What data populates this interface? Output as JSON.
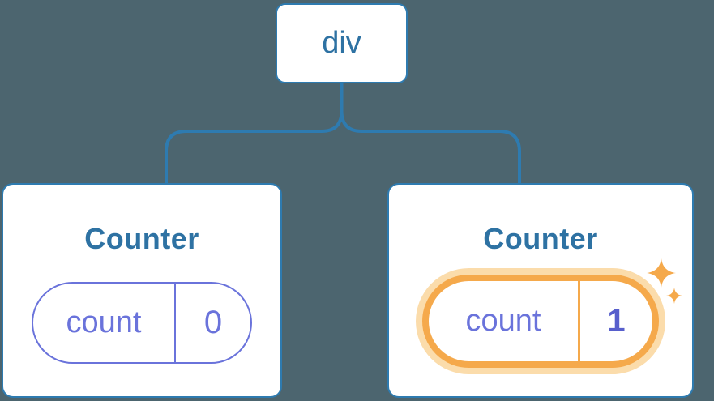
{
  "colors": {
    "background": "#4C656F",
    "line_blue": "#2E7BB0",
    "text_blue": "#2E72A3",
    "indigo": "#6A73DB",
    "indigo_bold": "#575FCC",
    "orange": "#F5A94B",
    "orange_glow": "#FBDCAB",
    "card_bg": "#FFFFFF"
  },
  "icons": {
    "highlight": "sparkle-icon"
  },
  "tree": {
    "root": {
      "label": "div"
    },
    "children": [
      {
        "title": "Counter",
        "state_key": "count",
        "state_value": "0",
        "highlighted": false
      },
      {
        "title": "Counter",
        "state_key": "count",
        "state_value": "1",
        "highlighted": true
      }
    ]
  }
}
